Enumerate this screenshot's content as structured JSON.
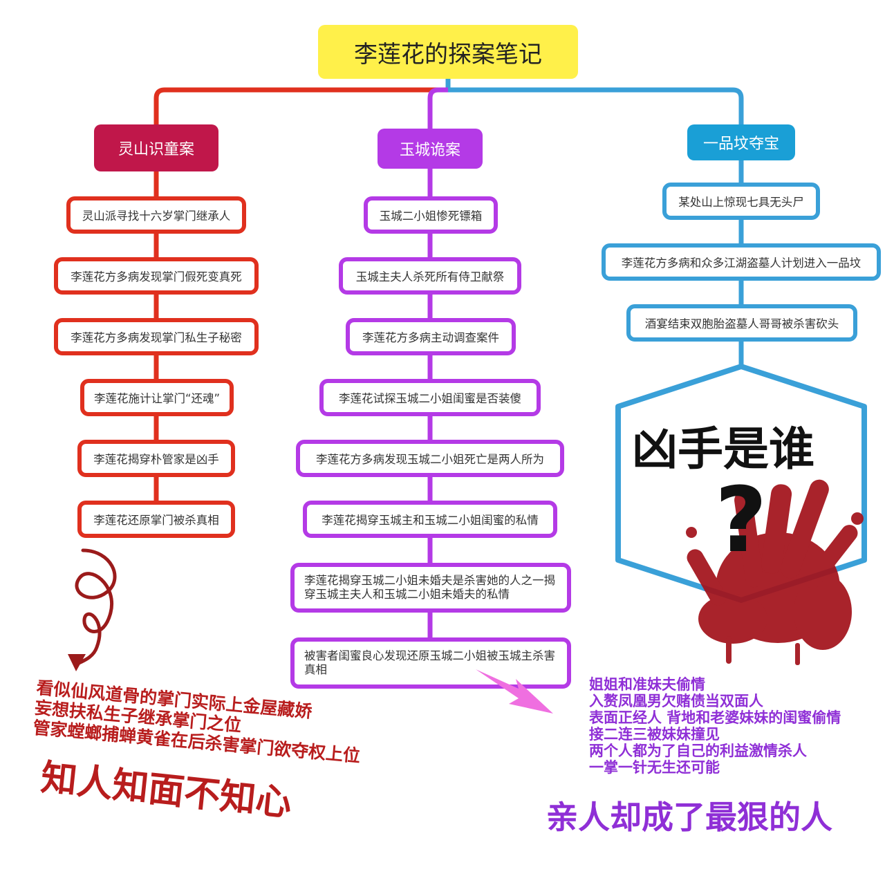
{
  "title": "李莲花的探案笔记",
  "columns": {
    "left": {
      "header": "灵山识童案",
      "color": "#e0301e",
      "header_color": "#c0174a",
      "items": [
        "灵山派寻找十六岁掌门继承人",
        "李莲花方多病发现掌门假死变真死",
        "李莲花方多病发现掌门私生子秘密",
        "李莲花施计让掌门“还魂”",
        "李莲花揭穿朴管家是凶手",
        "李莲花还原掌门被杀真相"
      ]
    },
    "middle": {
      "header": "玉城诡案",
      "color": "#b43ae6",
      "items": [
        "玉城二小姐惨死镖箱",
        "玉城主夫人杀死所有侍卫献祭",
        "李莲花方多病主动调查案件",
        "李莲花试探玉城二小姐闺蜜是否装傻",
        "李莲花方多病发现玉城二小姐死亡是两人所为",
        "李莲花揭穿玉城主和玉城二小姐闺蜜的私情",
        "李莲花揭穿玉城二小姐未婚夫是杀害她的人之一揭穿玉城主夫人和玉城二小姐未婚夫的私情",
        "被害者闺蜜良心发现还原玉城二小姐被玉城主杀害真相"
      ]
    },
    "right": {
      "header": "一品坟夺宝",
      "color": "#3aa0d8",
      "items": [
        "某处山上惊现七具无头尸",
        "李莲花方多病和众多江湖盗墓人计划进入一品坟",
        "酒宴结束双胞胎盗墓人哥哥被杀害砍头"
      ],
      "question_title": "凶手是谁",
      "question_mark": "?"
    }
  },
  "annotations": {
    "left_lines": [
      "看似仙风道骨的掌门实际上金屋藏娇",
      "妄想扶私生子继承掌门之位",
      "管家螳螂捕蝉黄雀在后杀害掌门欲夺权上位"
    ],
    "left_big": "知人知面不知心",
    "right_lines": [
      "姐姐和准妹夫偷情",
      "入赘凤凰男欠赌债当双面人",
      "表面正经人 背地和老婆妹妹的闺蜜偷情",
      "接二连三被妹妹撞见",
      "两个人都为了自己的利益激情杀人",
      "一掌一针无生还可能"
    ],
    "right_big": "亲人却成了最狠的人"
  }
}
